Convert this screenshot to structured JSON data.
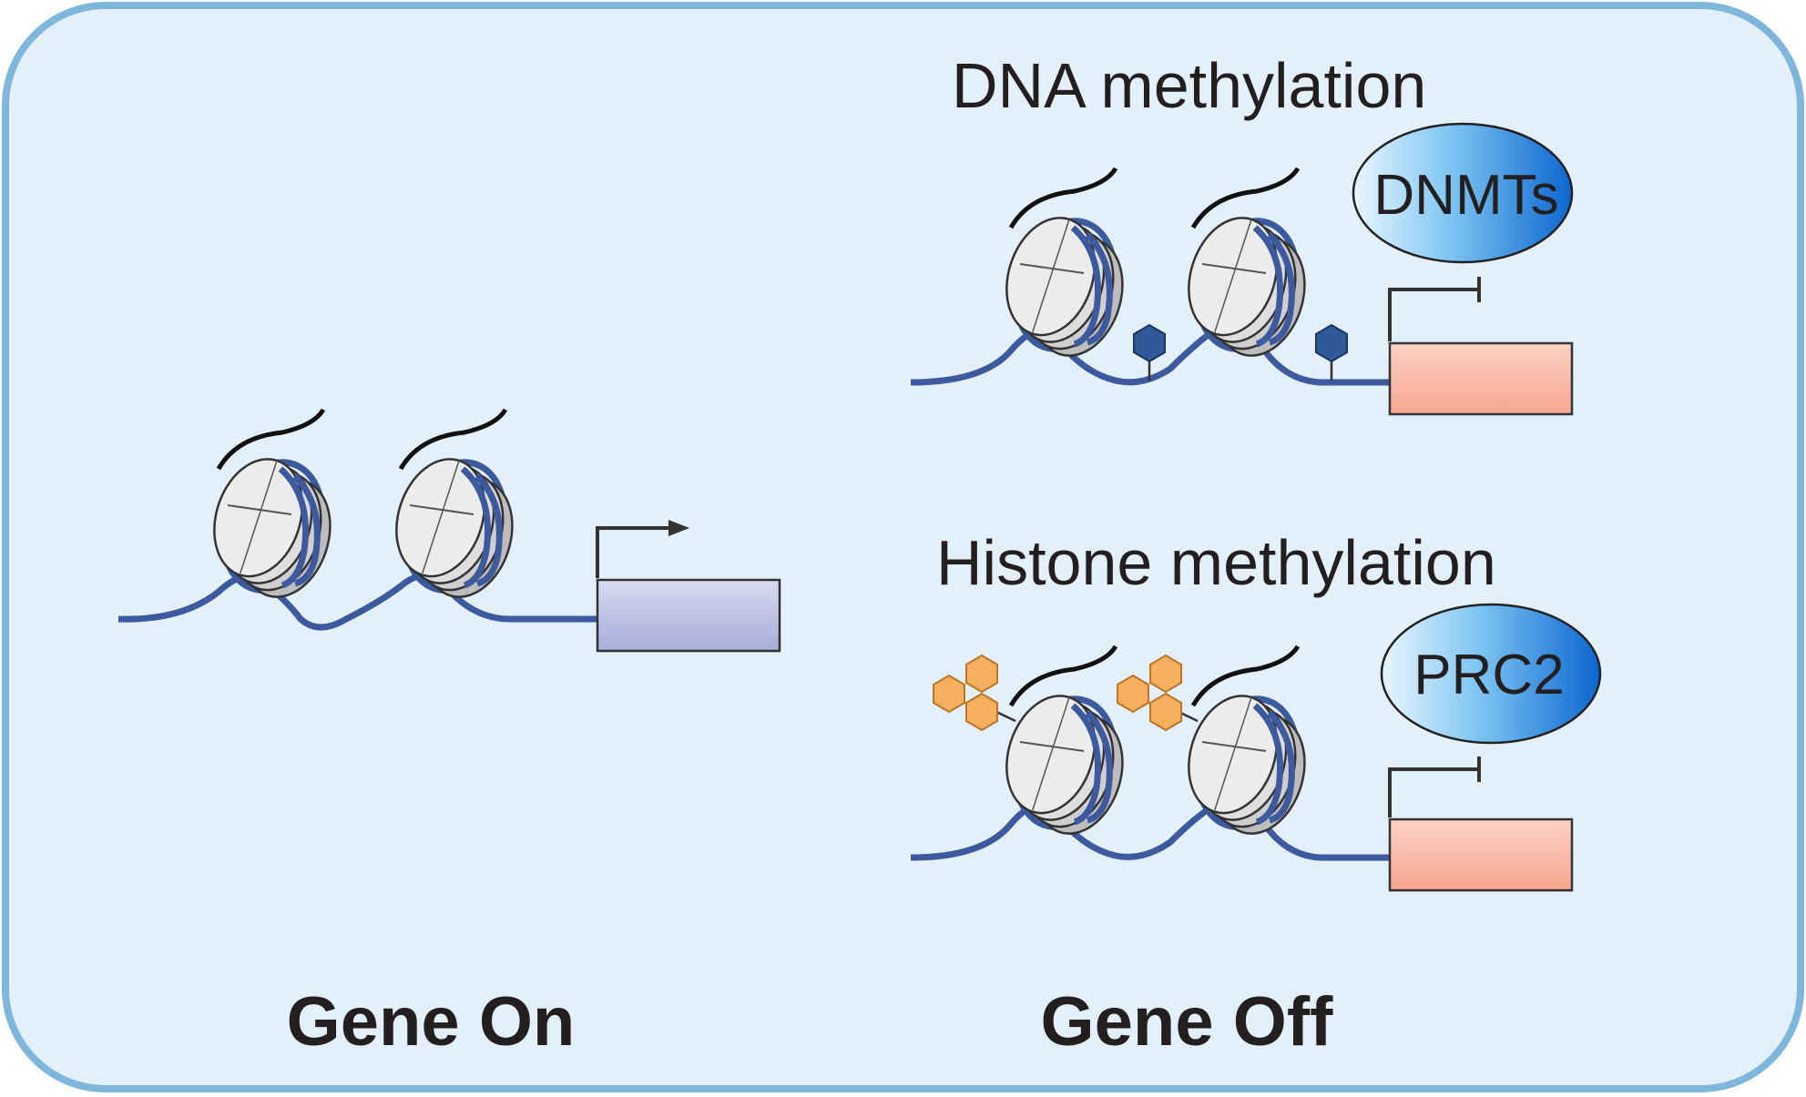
{
  "labels": {
    "dna_methylation": "DNA methylation",
    "histone_methylation": "Histone methylation",
    "gene_on": "Gene On",
    "gene_off": "Gene Off"
  },
  "enzymes": {
    "dnmts": "DNMTs",
    "prc2": "PRC2"
  },
  "colors": {
    "panel_fill": "#e3f0fa",
    "panel_border": "#7fb6dc",
    "dna_strand": "#3d5a9e",
    "nucleosome_fill": "#d9d9d9",
    "active_gene": "#b9bfe3",
    "silenced_gene": "#f9b3a1",
    "methyl_hexagon": "#2f5a9a",
    "histone_mark": "#f6ae5f",
    "enzyme_blue": "#1f7fd8"
  },
  "icons": {
    "dna_methyl_mark": "hexagon-icon",
    "histone_methyl_mark": "hexagon-cluster-icon",
    "active_promoter": "arrow-right-icon",
    "repressed_promoter": "blocked-arrow-icon"
  }
}
